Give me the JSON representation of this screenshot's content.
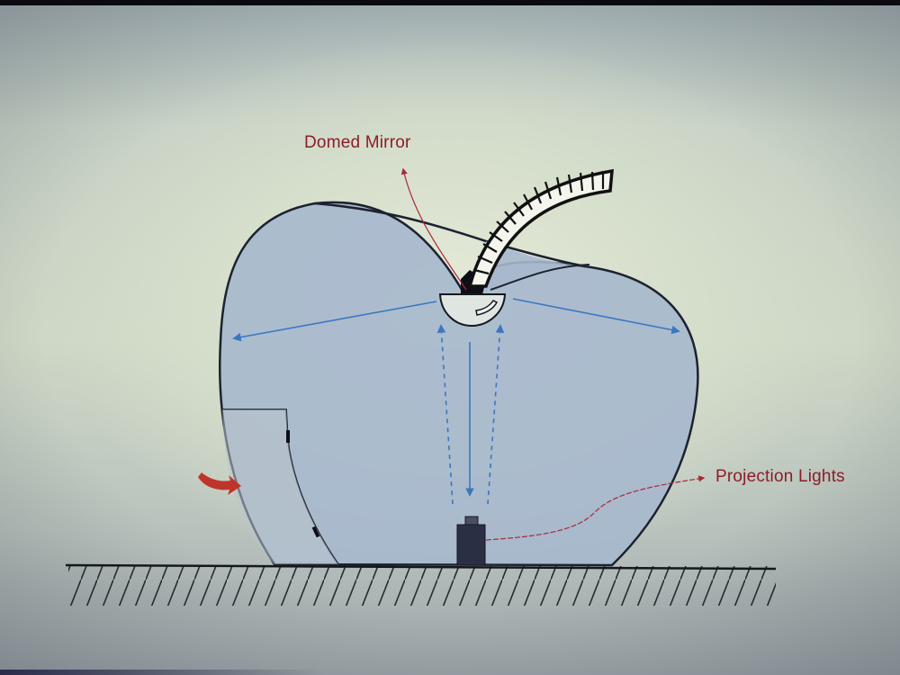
{
  "diagram": {
    "subject": "Apple-shaped projection dome",
    "labels": {
      "domed_mirror": "Domed Mirror",
      "projection_lights": "Projection Lights"
    },
    "colors": {
      "label_text": "#8c1c28",
      "apple_fill": "#a7b8cd",
      "outline": "#1c2230",
      "light_rays": "#3a78c0",
      "door_arrow": "#c0352b",
      "projector": "#2b2f44"
    },
    "components": [
      "apple-body",
      "stem",
      "domed-mirror",
      "projection-light",
      "door",
      "ground"
    ]
  }
}
